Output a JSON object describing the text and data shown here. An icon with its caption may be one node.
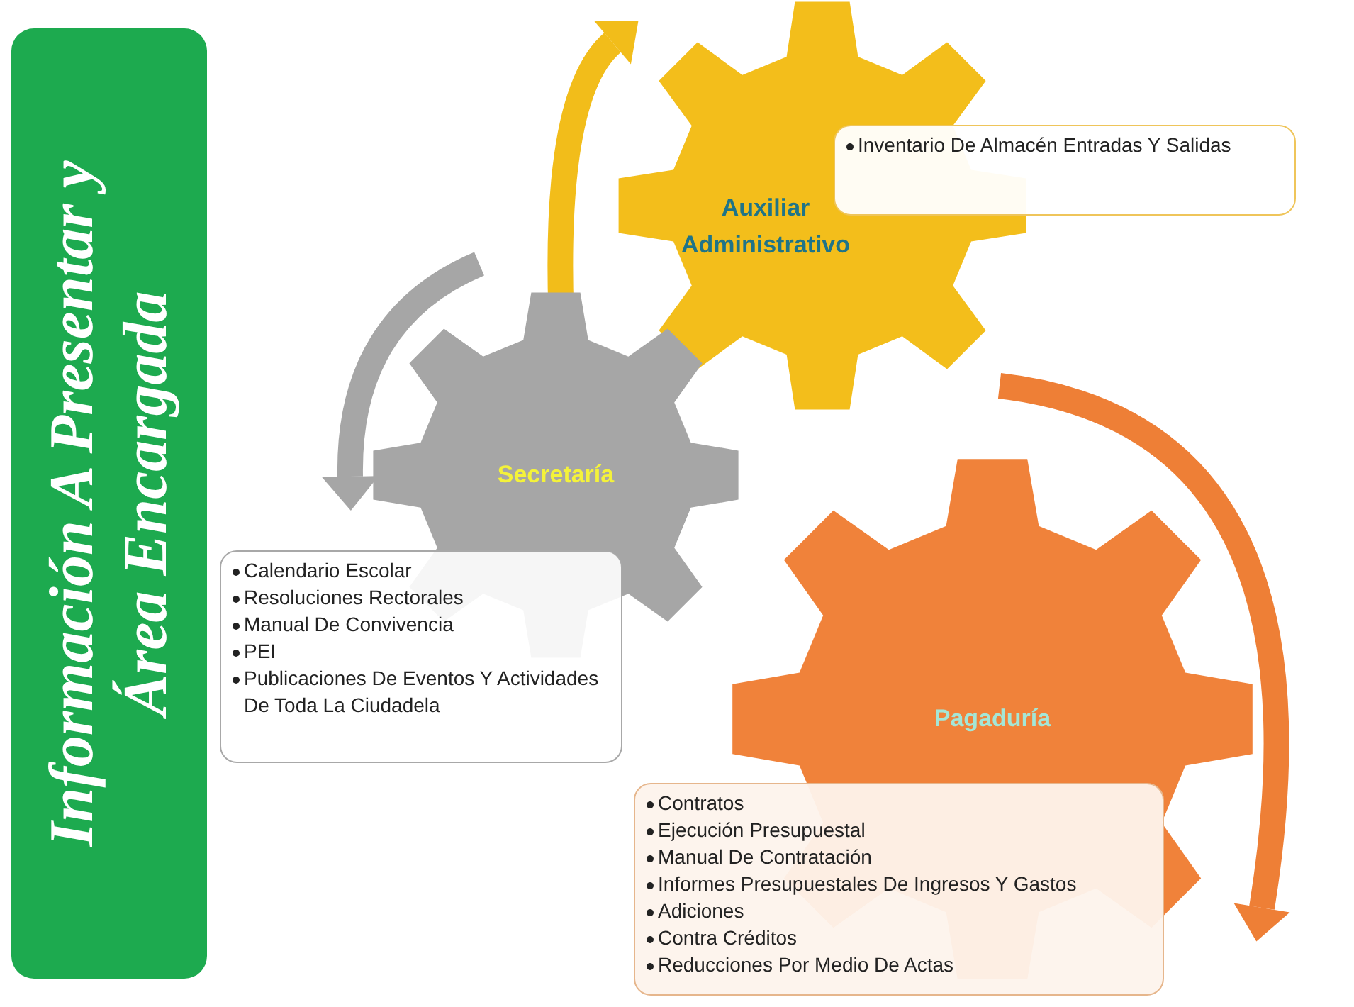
{
  "diagram": {
    "nodes": [
      {
        "text": [
          "Información A Presentar y Área Encargada"
        ]
      },
      {
        "text": [
          "Auxiliar Administrativo"
        ]
      },
      {
        "text": [
          "Inventario De Almacén Entradas Y Salidas"
        ]
      },
      {
        "text": [
          "Secretaría"
        ]
      },
      {
        "text": [
          "Calendario Escolar",
          "Resoluciones Rectorales",
          "Manual De Convivencia",
          "PEI",
          "Publicaciones De Eventos Y Actividades De Toda La Ciudadela"
        ]
      },
      {
        "text": [
          "Pagaduría"
        ]
      },
      {
        "text": [
          "Contratos",
          "Ejecución Presupuestal",
          "Manual De Contratación",
          "Informes Presupuestales De Ingresos Y Gastos",
          "Adiciones",
          "Contra Créditos",
          "Reducciones Por Medio De Actas"
        ]
      }
    ]
  }
}
